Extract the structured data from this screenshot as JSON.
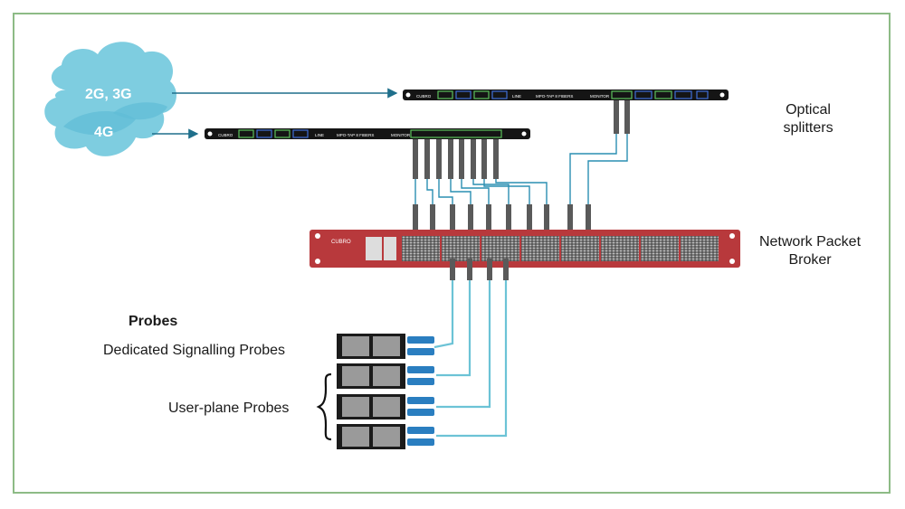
{
  "cloud": {
    "line1": "2G, 3G",
    "line2": "4G"
  },
  "splitters": {
    "label_line1": "Optical",
    "label_line2": "splitters",
    "brand": "CUBRO",
    "line": "LINE",
    "model": "MPO-TAP",
    "fibers": "8 FIBERS",
    "monitor": "MONITOR"
  },
  "npb": {
    "label_line1": "Network Packet",
    "label_line2": "Broker",
    "brand": "CUBRO"
  },
  "probes": {
    "heading": "Probes",
    "dedicated": "Dedicated Signalling Probes",
    "user_plane": "User-plane Probes"
  },
  "colors": {
    "frame": "#8dbb86",
    "cloud": "#7ecde0",
    "fiber": "#6cc3d6",
    "npb": "#b8393c",
    "arrow": "#1f6f8b"
  }
}
